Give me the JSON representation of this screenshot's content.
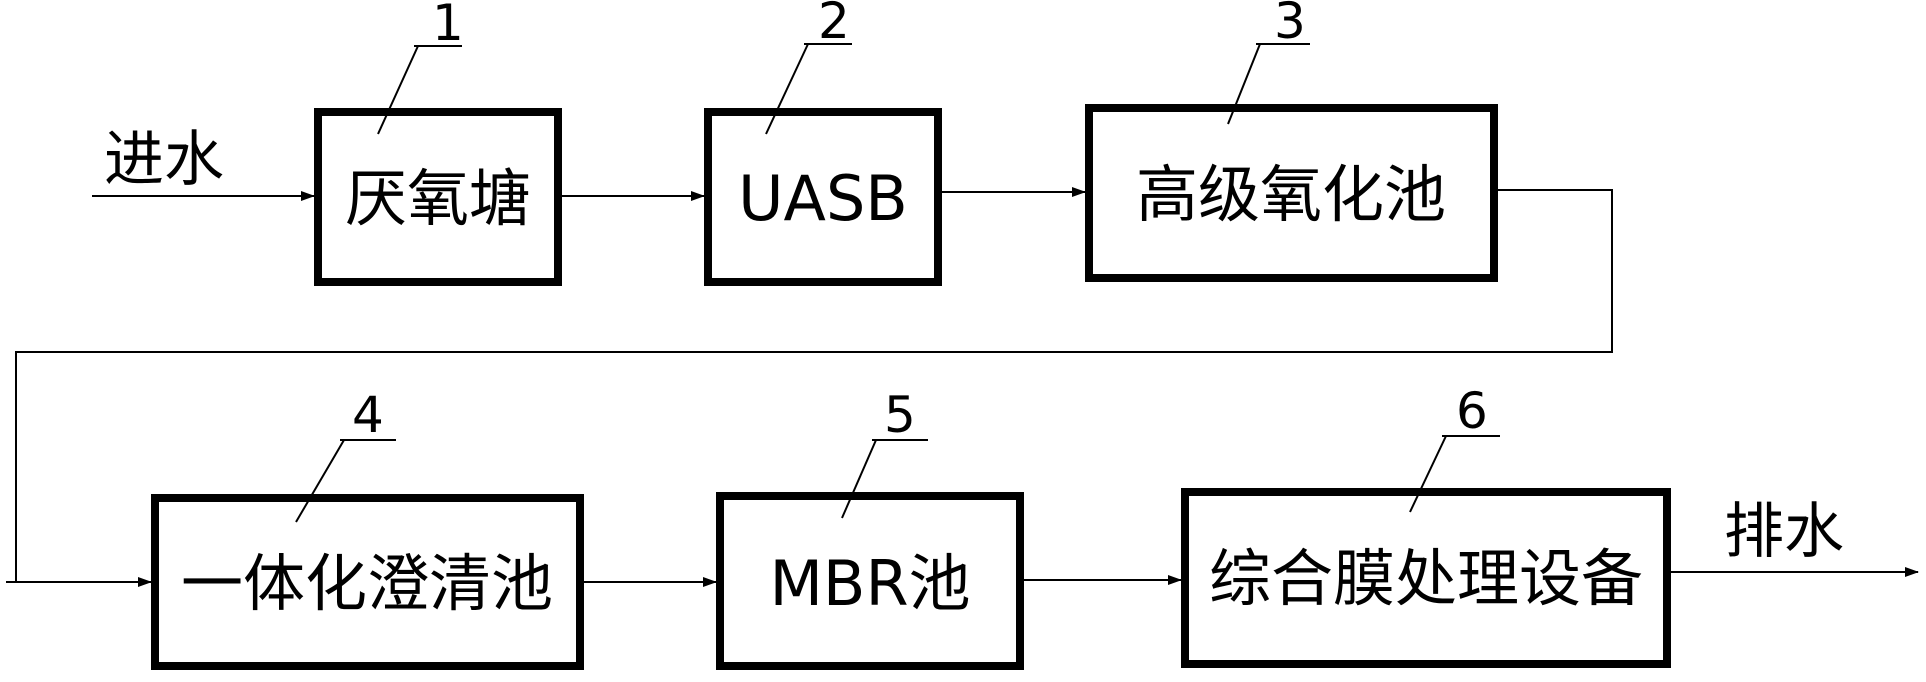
{
  "inlet_label": "进水",
  "outlet_label": "排水",
  "units": [
    {
      "number": "1",
      "label": "厌氧塘"
    },
    {
      "number": "2",
      "label": "UASB"
    },
    {
      "number": "3",
      "label": "高级氧化池"
    },
    {
      "number": "4",
      "label": "一体化澄清池"
    },
    {
      "number": "5",
      "label": "MBR池"
    },
    {
      "number": "6",
      "label": "综合膜处理设备"
    }
  ]
}
